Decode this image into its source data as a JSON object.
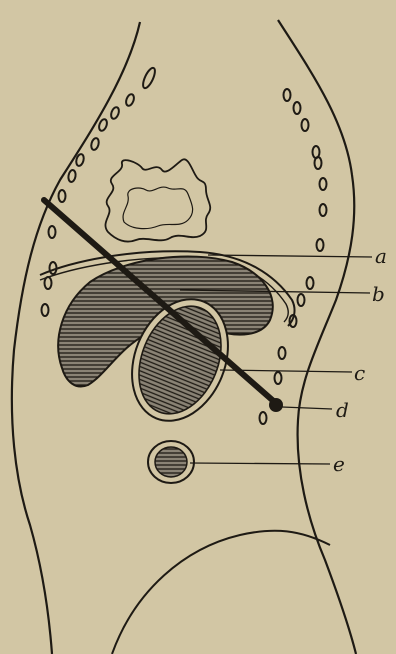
{
  "figure": {
    "labels": {
      "a": "a",
      "b": "b",
      "c": "c",
      "d": "d",
      "e": "e"
    },
    "colors": {
      "paper": "#d2c6a4",
      "ink": "#1e1a14",
      "organ_fill": "#5f5a52"
    }
  }
}
